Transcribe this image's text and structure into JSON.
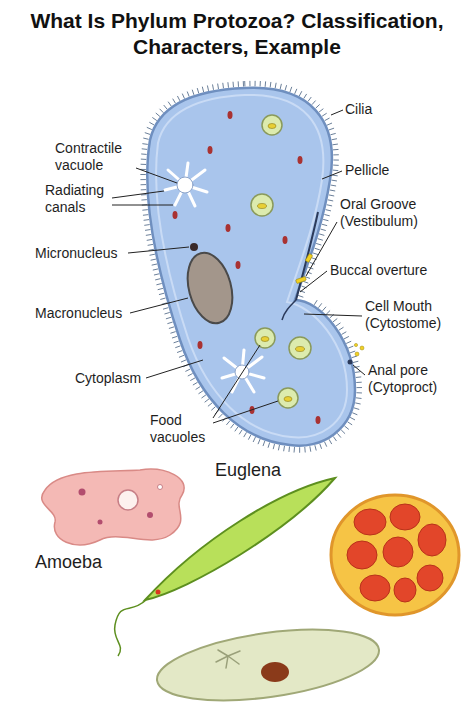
{
  "diagram": {
    "title": "What Is Phylum Protozoa? Classification, Characters, Example",
    "labels": [
      "Contractile vacuole",
      "Radiating canals",
      "Micronucleus",
      "Macronucleus",
      "Cytoplasm",
      "Food vacuoles",
      "Cilia",
      "Pellicle",
      "Oral Groove (Vestibulum)",
      "Buccal overture",
      "Cell Mouth (Cytostome)",
      "Anal pore (Cytoproct)",
      "Euglena",
      "Amoeba"
    ]
  }
}
